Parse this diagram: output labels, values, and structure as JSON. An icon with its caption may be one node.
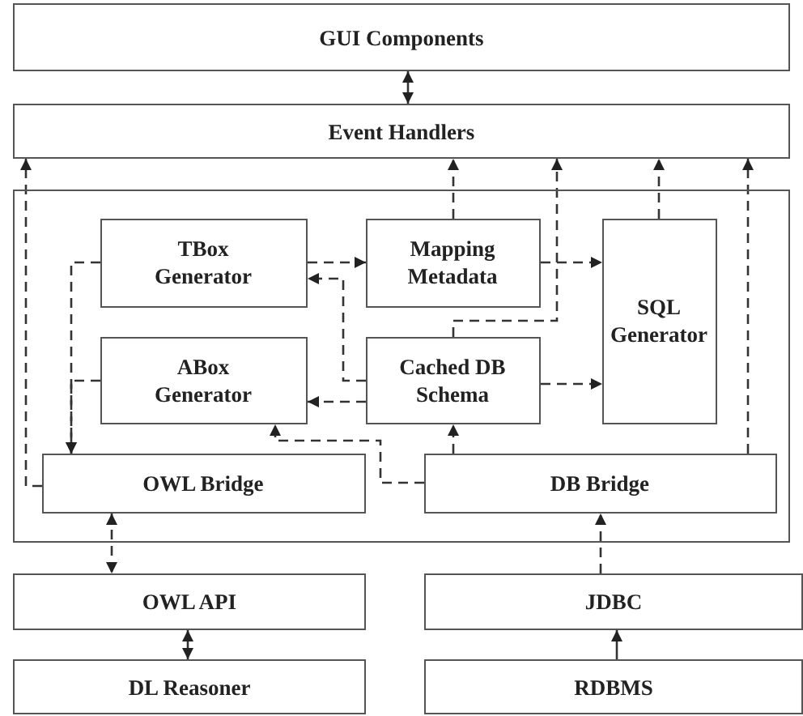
{
  "diagram": {
    "nodes": [
      {
        "text": [
          "GUI Components"
        ]
      },
      {
        "text": [
          "Event Handlers"
        ]
      },
      {
        "text": [],
        "shape": "box"
      },
      {
        "text": [
          "TBox Generator"
        ],
        "in": 2
      },
      {
        "text": [
          "Mapping Metadata"
        ],
        "in": 2
      },
      {
        "text": [
          "SQL Generator"
        ],
        "in": 2
      },
      {
        "text": [
          "ABox Generator"
        ],
        "in": 2
      },
      {
        "text": [
          "Cached DB Schema"
        ],
        "in": 2
      },
      {
        "text": [
          "OWL Bridge"
        ],
        "in": 2
      },
      {
        "text": [
          "DB Bridge"
        ],
        "in": 2
      },
      {
        "text": [
          "OWL API"
        ]
      },
      {
        "text": [
          "JDBC"
        ]
      },
      {
        "text": [
          "DL Reasoner"
        ]
      },
      {
        "text": [
          "RDBMS"
        ]
      }
    ],
    "edges": [
      {
        "from": 0,
        "to": 1,
        "arrow": "both"
      },
      {
        "from": 8,
        "to": 1,
        "arrow": "to",
        "style": "dashed"
      },
      {
        "from": 4,
        "to": 1,
        "arrow": "to",
        "style": "dashed"
      },
      {
        "from": 7,
        "to": 1,
        "arrow": "to",
        "style": "dashed"
      },
      {
        "from": 5,
        "to": 1,
        "arrow": "to",
        "style": "dashed"
      },
      {
        "from": 9,
        "to": 1,
        "arrow": "to",
        "style": "dashed"
      },
      {
        "from": 3,
        "to": 4,
        "arrow": "to",
        "style": "dashed"
      },
      {
        "from": 7,
        "to": 3,
        "arrow": "to",
        "style": "dashed"
      },
      {
        "from": 7,
        "to": 6,
        "arrow": "to",
        "style": "dashed"
      },
      {
        "from": 4,
        "to": 5,
        "arrow": "to",
        "style": "dashed"
      },
      {
        "from": 7,
        "to": 5,
        "arrow": "to",
        "style": "dashed"
      },
      {
        "from": 3,
        "to": 8,
        "arrow": "to",
        "style": "dashed"
      },
      {
        "from": 6,
        "to": 8,
        "arrow": "to",
        "style": "dashed"
      },
      {
        "from": 9,
        "to": 6,
        "arrow": "to",
        "style": "dashed"
      },
      {
        "from": 9,
        "to": 7,
        "arrow": "to",
        "style": "dashed"
      },
      {
        "from": 8,
        "to": 10,
        "arrow": "both",
        "style": "dashed"
      },
      {
        "from": 10,
        "to": 12,
        "arrow": "both"
      },
      {
        "from": 11,
        "to": 9,
        "arrow": "to",
        "style": "dashed"
      },
      {
        "from": 13,
        "to": 11,
        "arrow": "to"
      }
    ]
  }
}
